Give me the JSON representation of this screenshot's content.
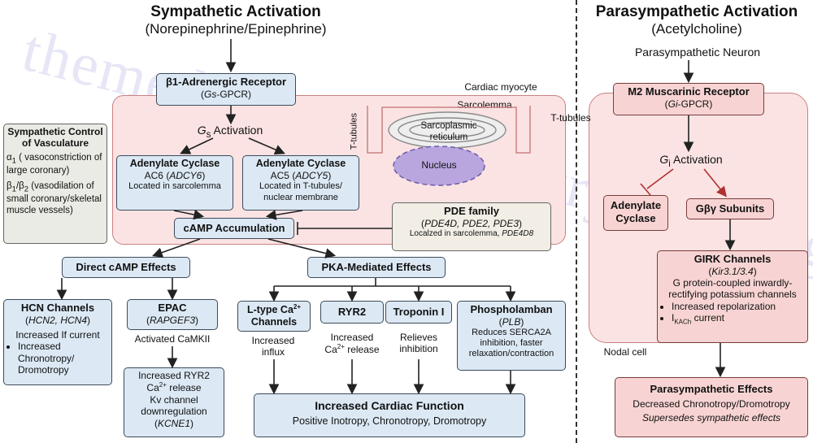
{
  "watermark": "themedicalbiochemistrypage.org",
  "symp": {
    "title": "Sympathetic Activation",
    "subtitle": "(Norepinephrine/Epinephrine)"
  },
  "para": {
    "title": "Parasympathetic Activation",
    "subtitle": "(Acetylcholine)",
    "neuron": "Parasympathetic Neuron"
  },
  "cell": {
    "cardiac_myocyte": "Cardiac myocyte",
    "sarcolemma": "Sarcolemma",
    "t_tubules_left": "T-tubules",
    "t_tubules_right": "T-tubules",
    "sr": "Sarcoplasmic reticulum",
    "nucleus": "Nucleus",
    "nodal_cell": "Nodal cell"
  },
  "b1": {
    "title": "β1-Adrenergic Receptor",
    "sub_italic": "Gs",
    "sub_rest": "-GPCR"
  },
  "gs": {
    "g": "G",
    "s": "s",
    "rest": " Activation"
  },
  "vasc": {
    "title": "Sympathetic Control of Vasculature",
    "a1": "α",
    "a1_sub": "1",
    "a1_text": " ( vasoconstriction of large coronary)",
    "b": "β",
    "b1_sub": "1",
    "slash": "/β",
    "b2_sub": "2",
    "b_text": " (vasodilation of small coronary/skeletal muscle vessels)"
  },
  "ac6": {
    "title": "Adenylate Cyclase",
    "line2_a": "AC6 (",
    "gene": "ADCY6",
    "line2_b": ")",
    "loc": "Located in sarcolemma"
  },
  "ac5": {
    "title": "Adenylate Cyclase",
    "line2_a": "AC5 (",
    "gene": "ADCY5",
    "line2_b": ")",
    "loc": "Located in T-tubules/ nuclear membrane"
  },
  "camp": {
    "title": "cAMP Accumulation"
  },
  "pde": {
    "title": "PDE family",
    "genes_a": "(",
    "genes": "PDE4D, PDE2, PDE3",
    "genes_b": ")",
    "loc": "Localzed in sarcolemma, ",
    "loc_gene": "PDE4D8"
  },
  "direct": {
    "title": "Direct cAMP Effects"
  },
  "pka": {
    "title": "PKA-Mediated Effects"
  },
  "hcn": {
    "title": "HCN Channels",
    "genes_a": "(",
    "genes": "HCN2, HCN4",
    "genes_b": ")",
    "line": "Increased If current",
    "bullet": "Increased Chronotropy/ Dromotropy"
  },
  "epac": {
    "title": "EPAC",
    "gene_a": "(",
    "gene": "RAPGEF3",
    "gene_b": ")",
    "line": "Activated CaMKII"
  },
  "ryr_inc": {
    "l1": "Increased RYR2",
    "l2a": "Ca",
    "l2sup": "2+",
    "l2b": " release",
    "l3": "Kv channel downregulation",
    "l4a": "(",
    "gene": "KCNE1",
    "l4b": ")"
  },
  "ltype": {
    "t1": "L-type Ca",
    "sup": "2+",
    "t2": "Channels",
    "note": "Increased influx"
  },
  "ryr2": {
    "title": "RYR2",
    "n1": "Increased",
    "n2a": "Ca",
    "n2sup": "2+",
    "n2b": " release"
  },
  "tni": {
    "title": "Troponin I",
    "note": "Relieves inhibition"
  },
  "plb": {
    "title": "Phospholamban",
    "gene_a": "(",
    "gene": "PLB",
    "gene_b": ")",
    "note": "Reduces SERCA2A inhibition, faster relaxation/contraction"
  },
  "icf": {
    "title": "Increased Cardiac Function",
    "sub": "Positive Inotropy, Chronotropy, Dromotropy"
  },
  "m2": {
    "title": "M2 Muscarinic Receptor",
    "sub_a": "(",
    "sub_i": "Gi",
    "sub_b": "-GPCR)"
  },
  "gi": {
    "g": "G",
    "i": "i",
    "rest": " Activation"
  },
  "ac_para": {
    "title": "Adenylate Cyclase"
  },
  "gby": {
    "title": "Gβγ Subunits"
  },
  "girk": {
    "title": "GIRK Channels",
    "gene_a": "(",
    "gene": "Kir3.1/3.4",
    "gene_b": ")",
    "desc": "G protein-coupled inwardly-rectifying potassium channels",
    "b1": "Increased repolarization",
    "b2a": "I",
    "b2sub": "KACh",
    "b2b": " current"
  },
  "peff": {
    "title": "Parasympathetic Effects",
    "l1": "Decreased Chronotropy/Dromotropy",
    "l2": "Supersedes sympathetic effects"
  },
  "colors": {
    "blue_box": "#dce9f5",
    "pink_box": "#f7d4d3",
    "cell_fill": "#fbe3e3",
    "gray_box": "#ebebe6",
    "inhibit_red": "#b03030"
  }
}
